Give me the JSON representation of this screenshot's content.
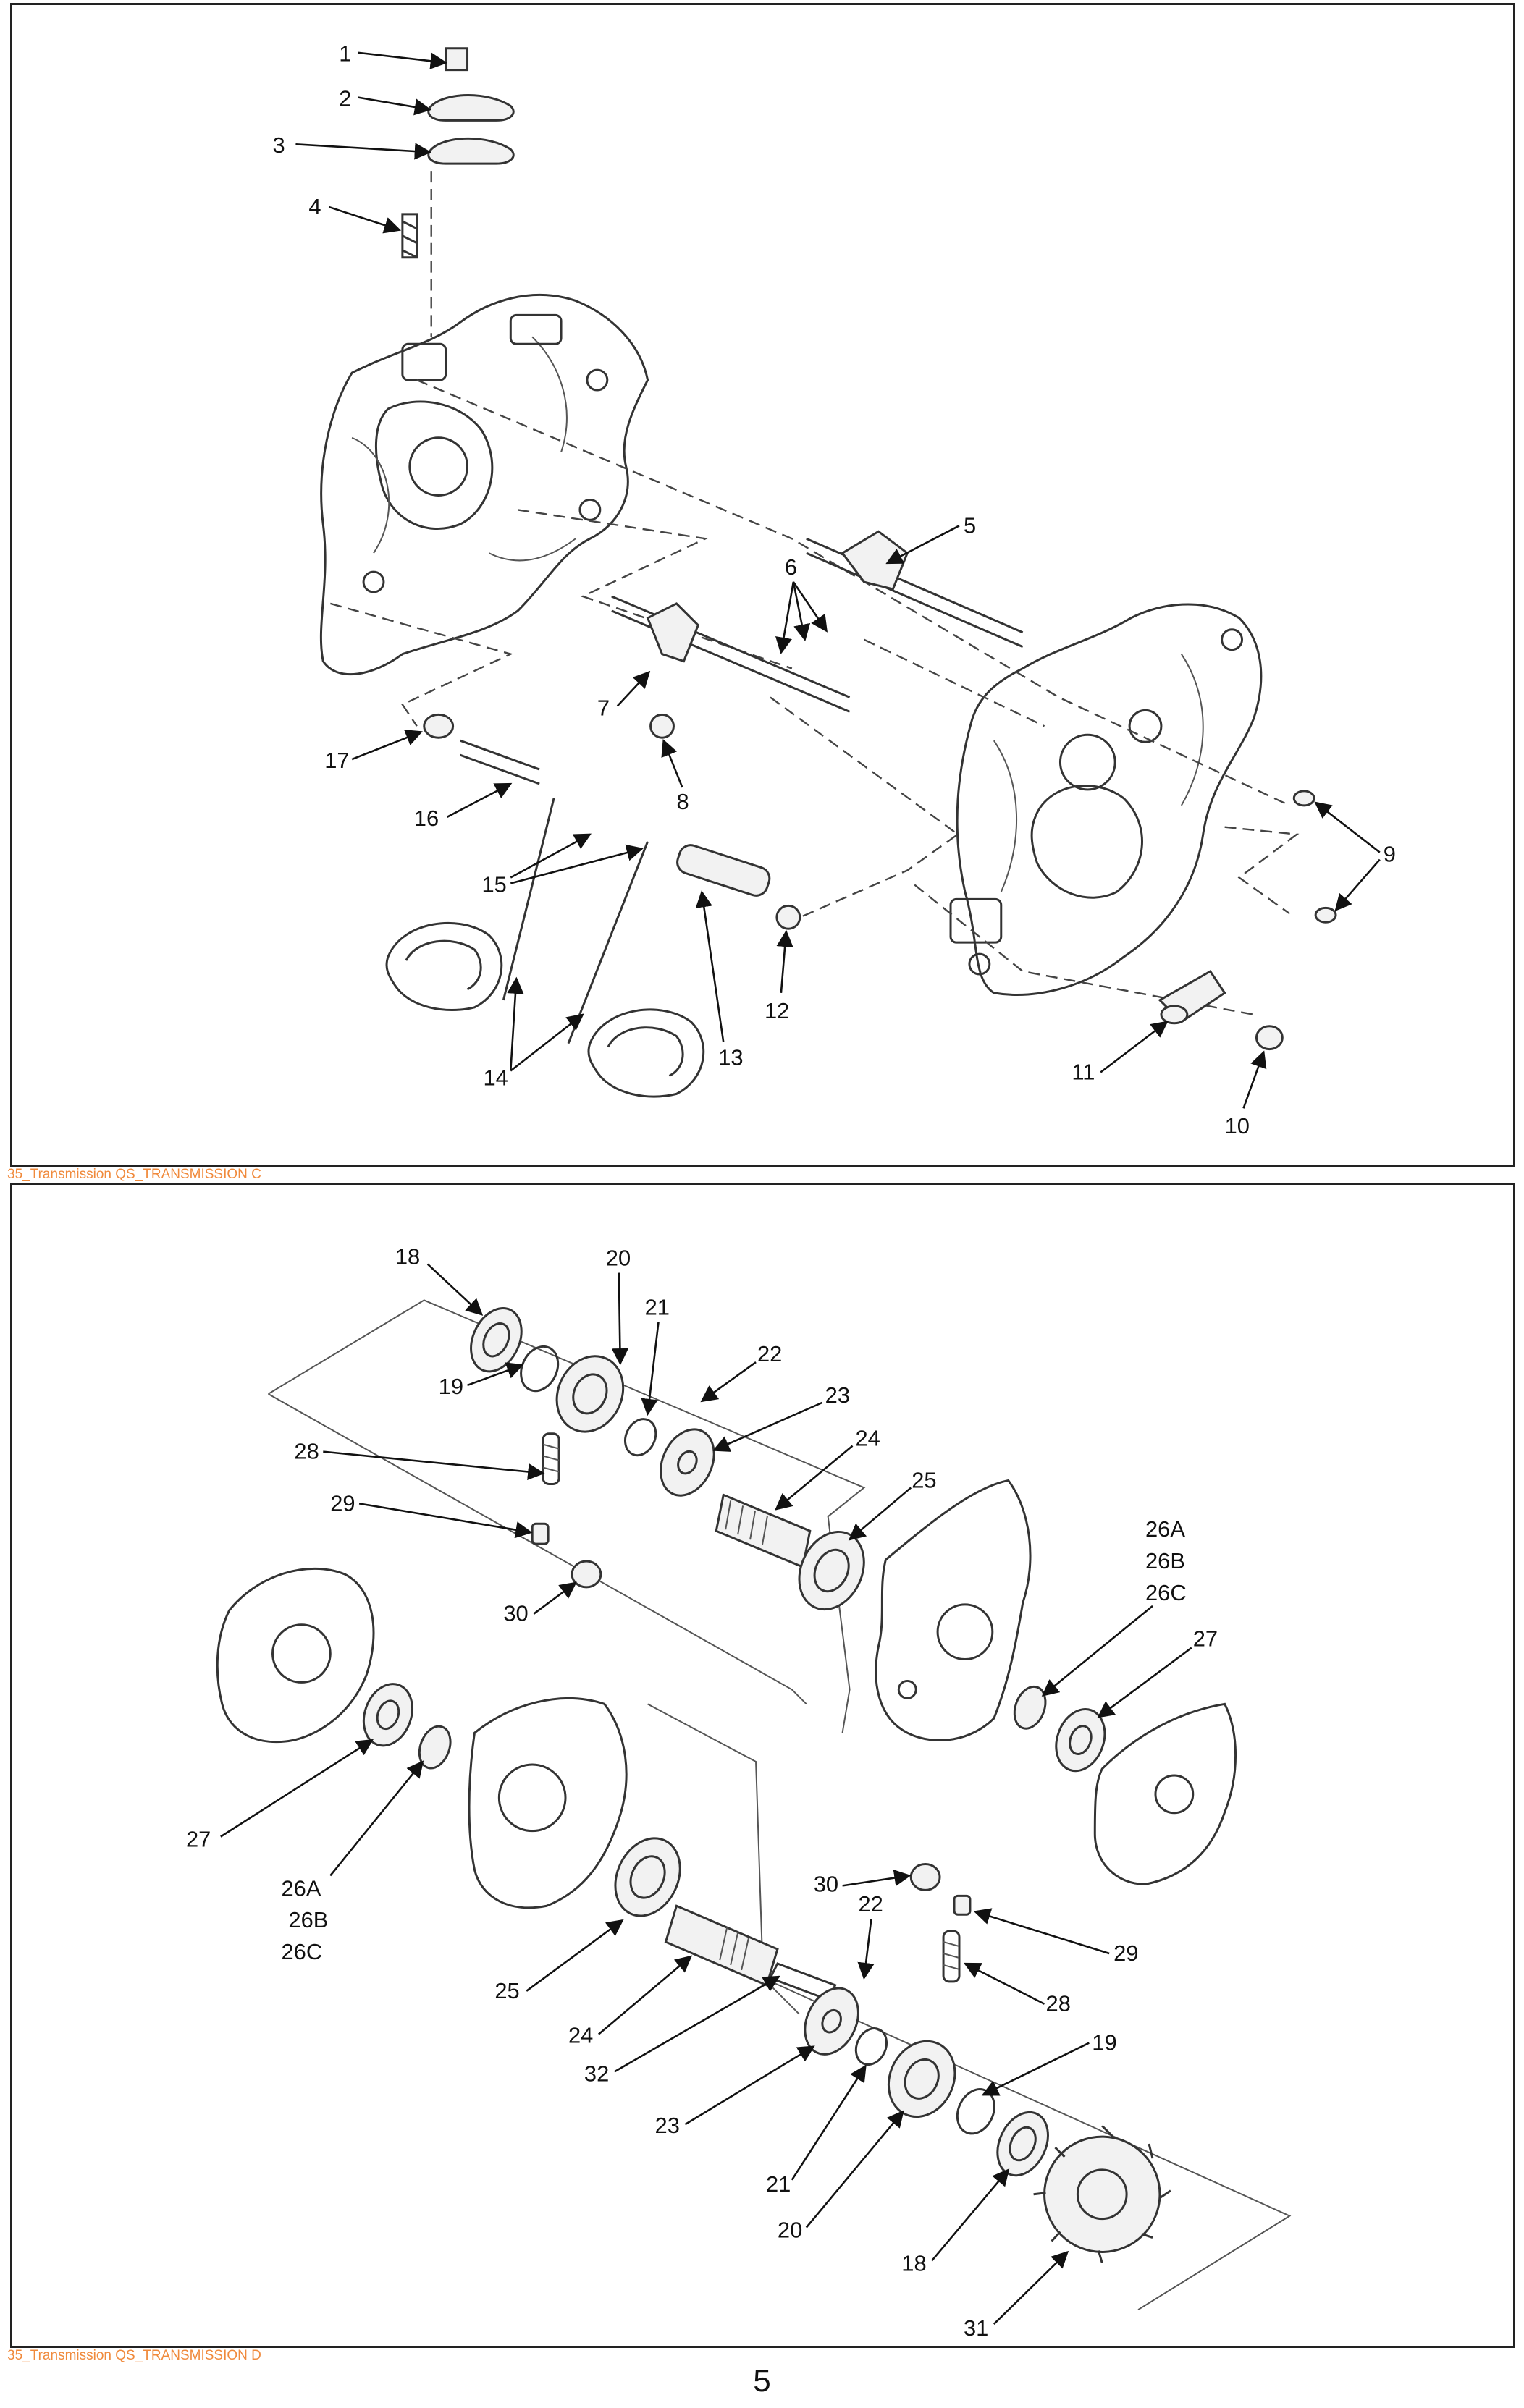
{
  "top_diagram": {
    "caption": "35_Transmission QS_TRANSMISSION C",
    "callouts": [
      "1",
      "2",
      "3",
      "4",
      "5",
      "6",
      "7",
      "8",
      "9",
      "10",
      "11",
      "12",
      "13",
      "14",
      "15",
      "16",
      "17"
    ]
  },
  "bottom_diagram": {
    "caption": "35_Transmission QS_TRANSMISSION D",
    "callouts": [
      "18",
      "19",
      "20",
      "21",
      "22",
      "23",
      "24",
      "25",
      "26A",
      "26B",
      "26C",
      "27",
      "28",
      "29",
      "30",
      "25",
      "26A",
      "26B",
      "26C",
      "27",
      "30",
      "22",
      "29",
      "24",
      "28",
      "32",
      "19",
      "23",
      "21",
      "20",
      "18",
      "31"
    ]
  },
  "page_number": "5",
  "colors": {
    "caption": "#f08a3c",
    "line": "#222222"
  }
}
